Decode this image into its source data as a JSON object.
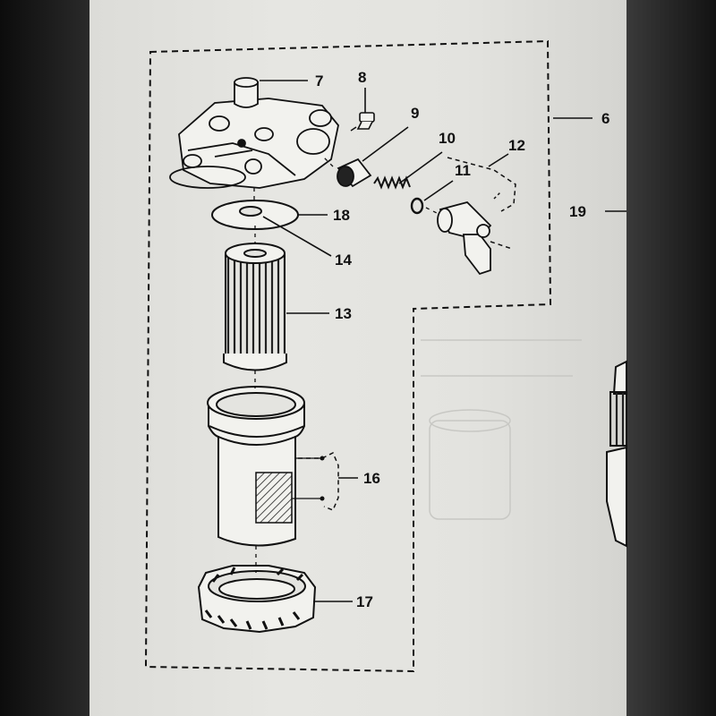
{
  "diagram": {
    "callouts": {
      "c6": "6",
      "c7": "7",
      "c8": "8",
      "c9": "9",
      "c10": "10",
      "c11": "11",
      "c12": "12",
      "c13": "13",
      "c14": "14",
      "c16": "16",
      "c17": "17",
      "c18": "18",
      "c19": "19"
    }
  },
  "colors": {
    "ink": "#111111",
    "paper": "#e4e4e0",
    "background": "#1a1a1a"
  }
}
